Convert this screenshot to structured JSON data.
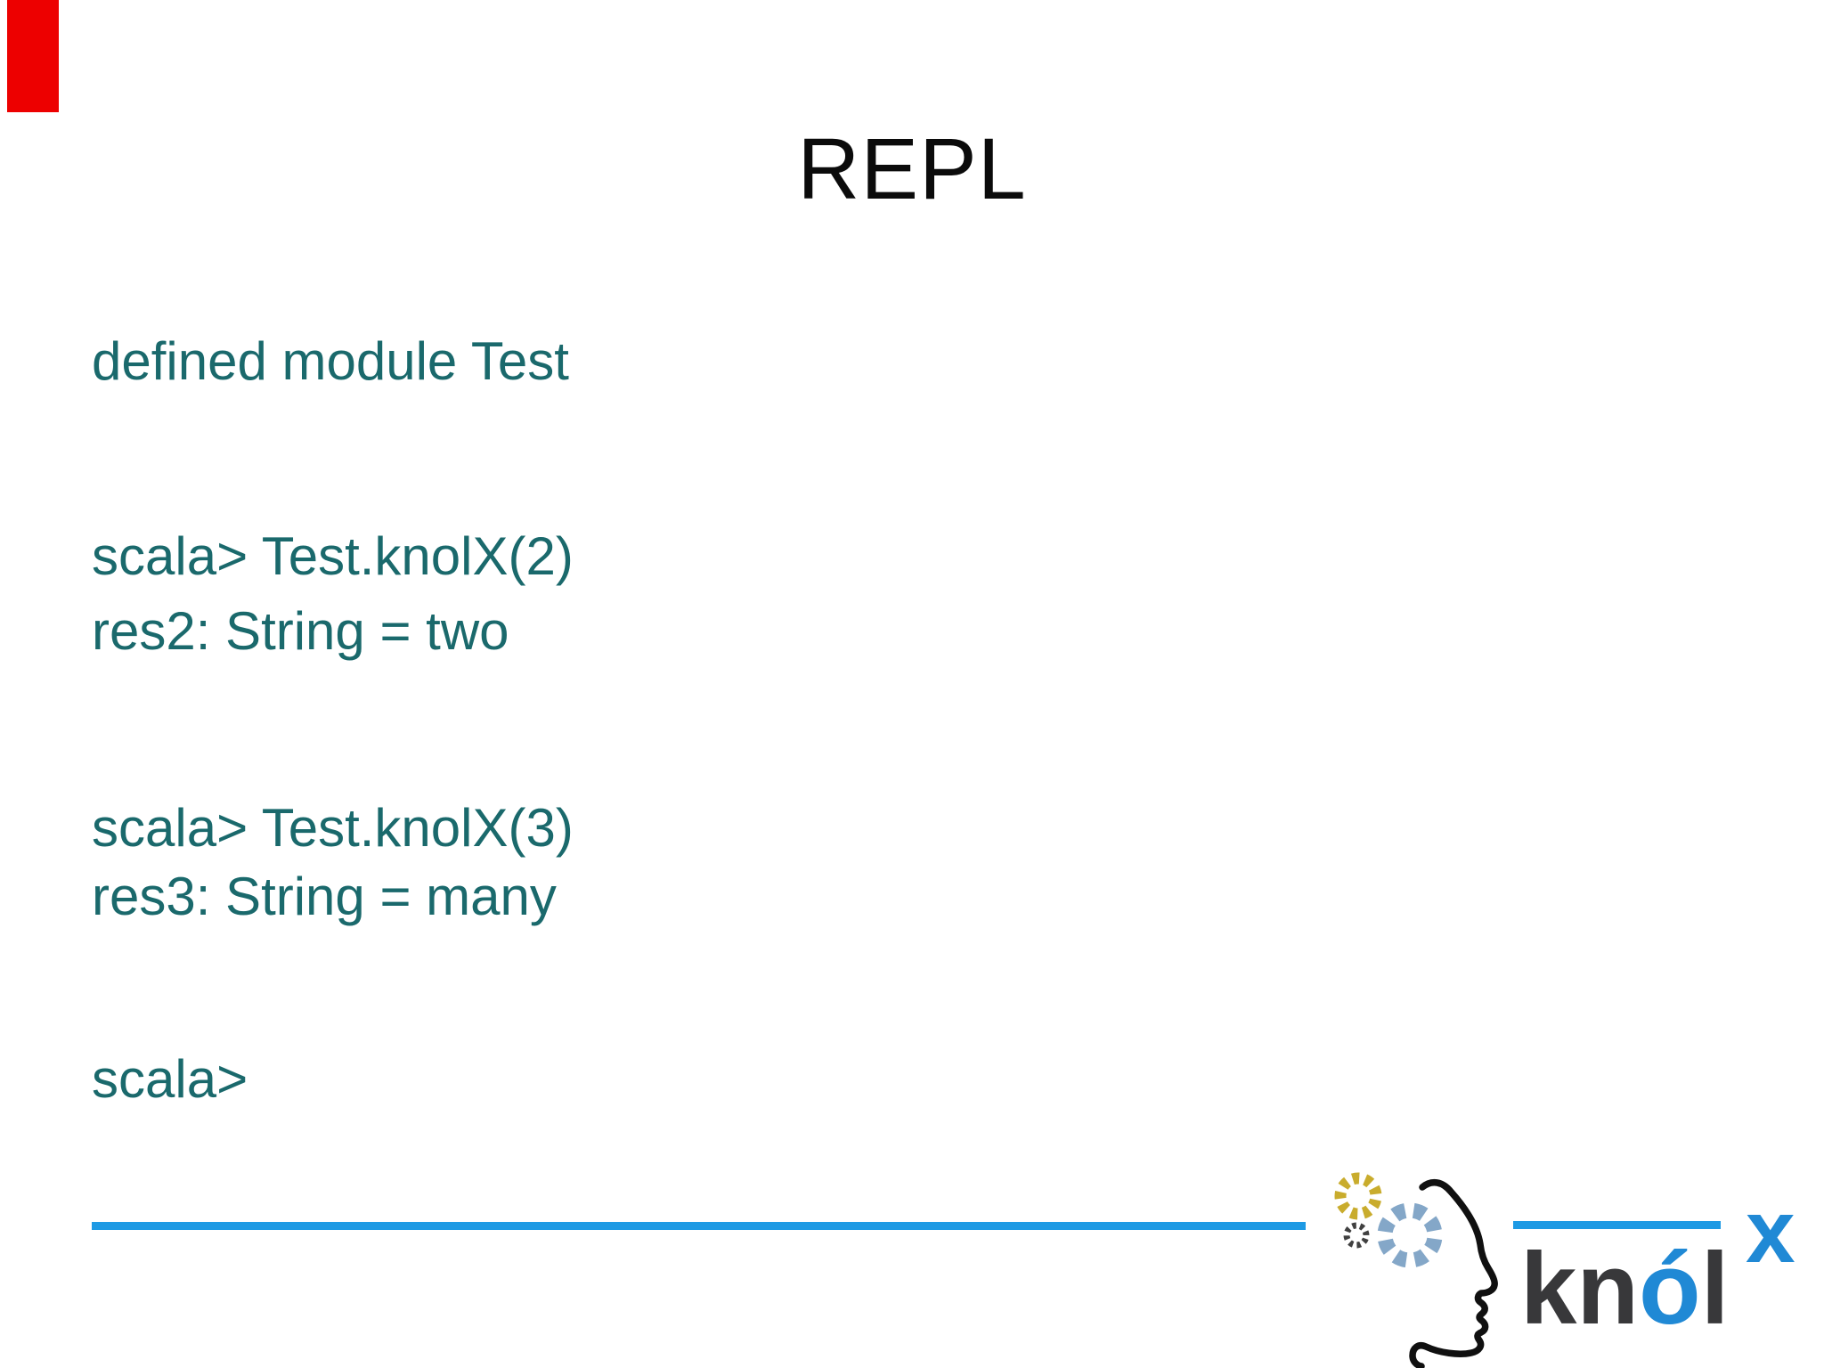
{
  "slide": {
    "title": "REPL",
    "terminal_lines": [
      "defined module Test",
      "scala> Test.knolX(2)",
      "res2: String = two",
      "scala> Test.knolX(3)",
      "res3: String = many",
      "scala>"
    ]
  },
  "logo": {
    "brand_kn": "kn",
    "brand_o": "ó",
    "brand_l": "l",
    "brand_x": "x"
  },
  "colors": {
    "background": "#ffffff",
    "title_text": "#0b0b0b",
    "terminal_text": "#1a696c",
    "divider_blue": "#1e9ae4",
    "logo_blue": "#2089d5",
    "logo_dark_gray": "#38383a",
    "gear_yellow": "#c9ac2d",
    "gear_gray": "#404040",
    "gear_slate_blue": "#84a7c8",
    "recording_indicator_red": "#ed0000"
  }
}
